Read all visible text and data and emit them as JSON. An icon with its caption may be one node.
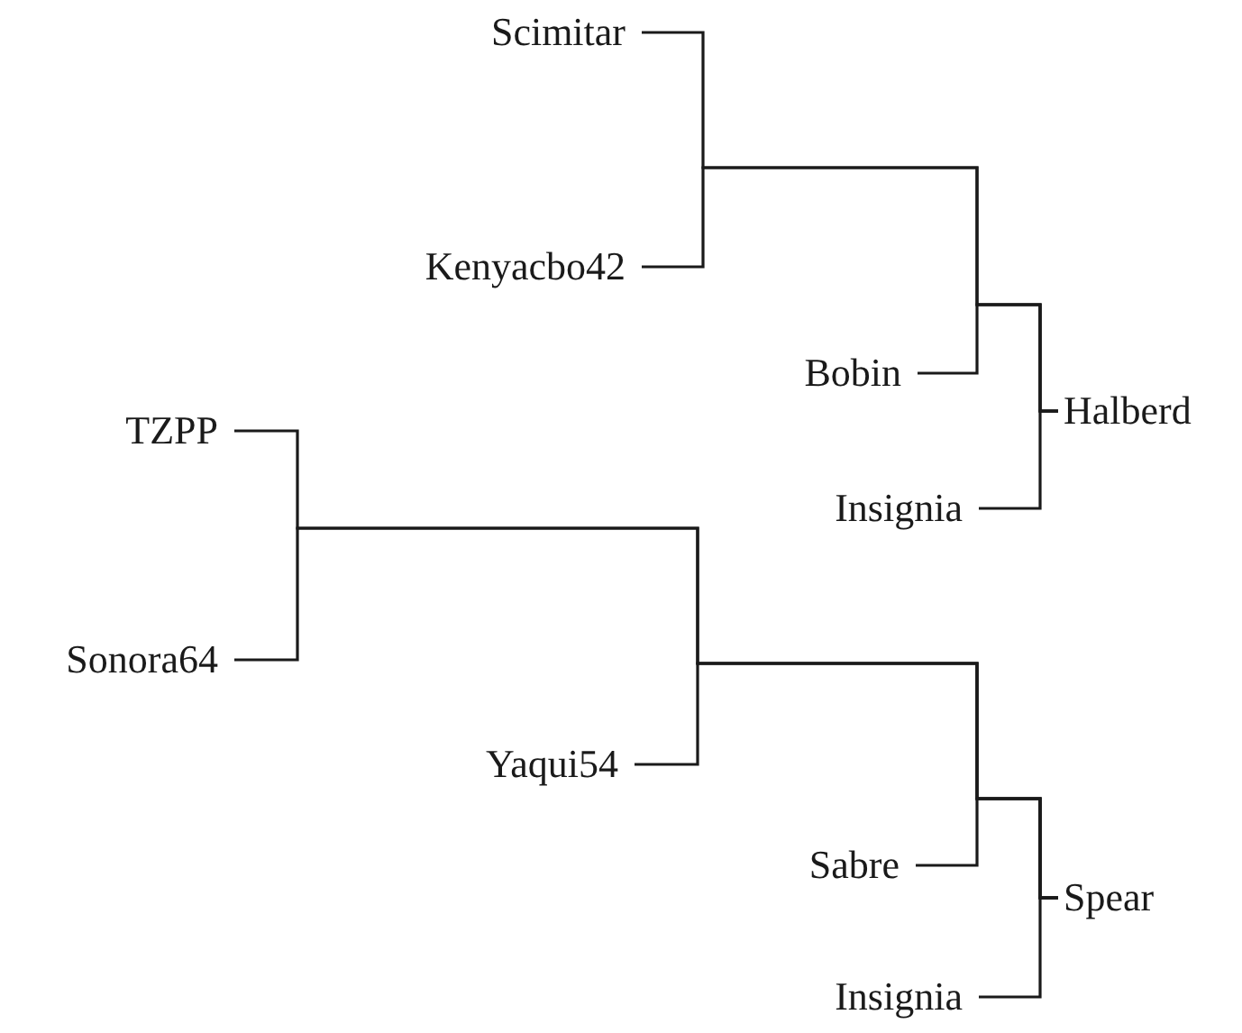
{
  "diagram": {
    "nodes": [
      {
        "text": [
          "Scimitar"
        ]
      },
      {
        "text": [
          "Kenyacbo42"
        ]
      },
      {
        "text": [
          "Bobin"
        ]
      },
      {
        "text": [
          "Halberd"
        ]
      },
      {
        "text": [
          "TZPP"
        ]
      },
      {
        "text": [
          "Insignia"
        ]
      },
      {
        "text": [
          "Sonora64"
        ]
      },
      {
        "text": [
          "Yaqui54"
        ]
      },
      {
        "text": [
          "Sabre"
        ]
      },
      {
        "text": [
          "Spear"
        ]
      },
      {
        "text": [
          "Insignia"
        ]
      }
    ],
    "edges": [
      {
        "from": 0,
        "to": 3,
        "arrow": "none"
      },
      {
        "from": 1,
        "to": 3,
        "arrow": "none"
      },
      {
        "from": 2,
        "to": 3,
        "arrow": "none"
      },
      {
        "from": 5,
        "to": 3,
        "arrow": "none"
      },
      {
        "from": 4,
        "to": 9,
        "arrow": "none"
      },
      {
        "from": 6,
        "to": 9,
        "arrow": "none"
      },
      {
        "from": 7,
        "to": 9,
        "arrow": "none"
      },
      {
        "from": 8,
        "to": 9,
        "arrow": "none"
      },
      {
        "from": 10,
        "to": 9,
        "arrow": "none"
      }
    ]
  }
}
